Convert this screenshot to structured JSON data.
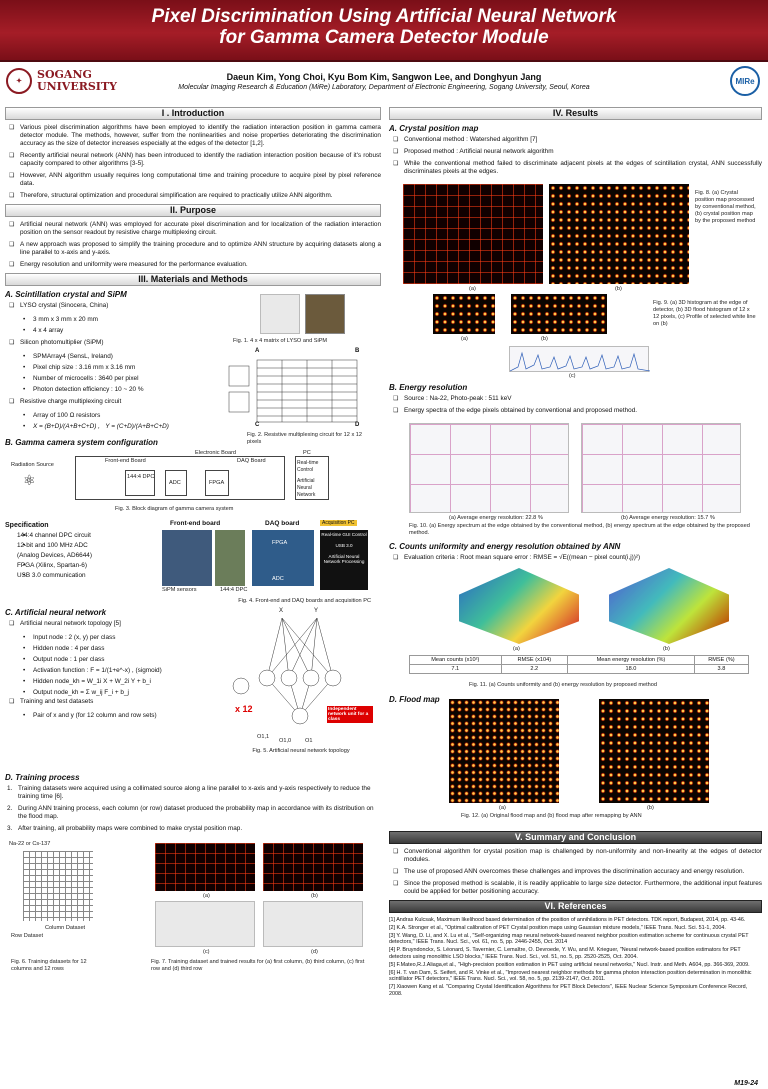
{
  "header": {
    "title_line1": "Pixel Discrimination Using Artificial Neural Network",
    "title_line2": "for Gamma Camera Detector Module",
    "university_line1": "SOGANG",
    "university_line2": "UNIVERSITY",
    "lab_logo": "MIRe",
    "authors": "Daeun Kim, Yong Choi, Kyu Bom Kim, Sangwon Lee, and Donghyun Jang",
    "affiliation": "Molecular Imaging Research & Education (MiRe) Laboratory, Department of Electronic Engineering, Sogang University, Seoul, Korea"
  },
  "intro": {
    "heading": "I . Introduction",
    "bullets": [
      "Various pixel discrimination algorithms have been employed to identify the radiation interaction position in gamma camera detector module. The methods, however, suffer from the nonlinearities and noise properties deteriorating the discrimination accuracy as the size of detector increases especially at the edges of the detector [1,2].",
      "Recently artificial neural network (ANN) has been introduced to identify the radiation interaction position because of it's robust capacity compared to other algorithms [3-5].",
      "However, ANN algorithm usually requires long computational time and training procedure to acquire pixel by pixel reference data.",
      "Therefore, structural optimization and procedural simplification are required to practically utilize ANN algorithm."
    ]
  },
  "purpose": {
    "heading": "II. Purpose",
    "bullets": [
      "Artificial neural network (ANN) was employed for accurate pixel discrimination and for localization of the radiation interaction position on the sensor readout by resistive charge multiplexing circuit.",
      "A new approach was proposed to simplify the training procedure and to optimize ANN structure by acquiring datasets along a line parallel to x-axis and y-axis.",
      "Energy resolution and uniformity were measured for the performance evaluation."
    ]
  },
  "methods": {
    "heading": "III. Materials and Methods",
    "a_title": "A. Scintillation crystal and SiPM",
    "lyso": "LYSO crystal (Sinocera, China)",
    "lyso_items": [
      "3 mm x 3 mm x 20 mm",
      "4 x 4 array"
    ],
    "fig1": "Fig. 1. 4 x 4 matrix of LYSO and SiPM",
    "sipm": "Silicon photomultiplier (SiPM)",
    "sipm_items": [
      "SPMArray4 (SensL, Ireland)",
      "Pixel chip size : 3.16 mm x 3.16 mm",
      "Number of microcells : 3640 per pixel",
      "Photon detection efficiency : 10 ~ 20 %"
    ],
    "resist": "Resistive charge multiplexing circuit",
    "resist_items": [
      "Array of 100 Ω resistors"
    ],
    "formula_x": "X = (B+D)/(A+B+C+D) ,",
    "formula_y": "Y = (C+D)/(A+B+C+D)",
    "fig2": "Fig. 2. Resistive multiplexing circuit for 12 x 12 pixels",
    "corners": [
      "A",
      "B",
      "C",
      "D"
    ],
    "b_title": "B. Gamma camera system configuration",
    "fig3": "Fig. 3. Block diagram of gamma camera system",
    "block_labels": [
      "Radiation Source",
      "Electronic Board",
      "Front-end Board",
      "144:4 DPC",
      "ADC",
      "FPGA",
      "DAQ Board",
      "PC",
      "Real-time Control",
      "Artificial Neural Network"
    ],
    "spec_title": "Specification",
    "spec_items": [
      "144:4 channel DPC circuit",
      "12-bit and 100 MHz ADC",
      "(Analog Devices, AD6644)",
      "FPGA (Xilinx, Spartan-6)",
      "USB 3.0 communication"
    ],
    "fig4_labels": [
      "Front-end board",
      "DAQ board",
      "Acquisition PC",
      "Real-time GUI Control",
      "USB 3.0",
      "Artificial Neural Network Processing",
      "SiPM sensors",
      "144:4 DPC",
      "ADC",
      "FPGA"
    ],
    "fig4": "Fig. 4. Front-end and DAQ boards and acquisition PC",
    "c_title": "C. Artificial neural network",
    "ann_topo": "Artificial neural network topology [5]",
    "ann_items": [
      "Input node : 2 (x, y) per class",
      "Hidden node : 4 per dass",
      "Output node : 1 per class",
      "Activation function : F = 1/(1+e^-x) , (sigmoid)",
      "Hidden node_kh = W_1i X + W_2i Y + b_i",
      "Output node_kh = Σ w_ij F_i + b_j"
    ],
    "training_sets": "Training and test datasets",
    "training_items": [
      "Pair of x and y (for 12 column and row sets)"
    ],
    "nn_labels": [
      "X",
      "Y",
      "x 12",
      "Independent network unit for a class",
      "O1,1",
      "O1,0",
      "O1"
    ],
    "fig5": "Fig. 5. Artificial neural network topology",
    "d_title": "D. Training process",
    "steps": [
      "Training datasets were acquired using a collimated source along a line parallel to x-axis and y-axis respectively to reduce the training time [6].",
      "During ANN training process, each column (or row) dataset produced the probability map in accordance with its distribution on the flood map.",
      "After training, all probability maps were combined to make crystal position map."
    ],
    "fig6_labels": [
      "Na-22 or Cs-137",
      "Column Dataset",
      "Row Dataset"
    ],
    "fig6": "Fig. 6. Training datasets for 12 columns and 12 rows",
    "fig7": "Fig. 7. Training dataset and trained results for (a) first column, (b) third column, (c) first row and (d) third row",
    "fig7_panels": [
      "(a)",
      "(b)",
      "(c)",
      "(d)"
    ]
  },
  "results": {
    "heading": "IV. Results",
    "a_title": "A. Crystal position map",
    "a_bullets": [
      "Conventional method : Watershed algorithm [7]",
      "Proposed method : Artificial neural network algorithm",
      "While the conventional method failed to discriminate adjacent pixels at the edges of scintillation crystal, ANN successfully discriminates pixels at the edges."
    ],
    "fig8": "Fig. 8. (a) Crystal position map processed by conventional method, (b) crystal position map by the proposed method",
    "fig8_panels": [
      "(a)",
      "(b)"
    ],
    "fig9": "Fig. 9. (a) 3D histogram at the edge of detector, (b) 3D flood histogram of 12 x 12 pixels, (c) Profile of selected white line on (b)",
    "fig9_panels": [
      "(a)",
      "(b)",
      "(c)"
    ],
    "b_title": "B. Energy resolution",
    "b_bullets": [
      "Source : Na-22, Photo-peak : 511 keV",
      "Energy spectra of the edge pixels obtained by conventional and proposed method."
    ],
    "fig10_a": "(a) Average energy resolution: 22.8 %",
    "fig10_b": "(b) Average energy resolution: 15.7 %",
    "fig10": "Fig. 10. (a) Energy spectrum at the edge obtained by the conventional method, (b) energy spectrum at the edge obtained by the proposed method.",
    "c_title": "C. Counts uniformity and energy resolution obtained by ANN",
    "c_bullet": "Evaluation criteria : Root mean square error : RMSE = √E((mean − pixel count(i,j))²)",
    "fig11_panels": [
      "(a)",
      "(b)"
    ],
    "table_headers": [
      "Mean counts (x10²)",
      "RMSE (x104)",
      "Mean energy resolution (%)",
      "RMSE (%)"
    ],
    "table_values": [
      "7.1",
      "2.2",
      "18.0",
      "3.8"
    ],
    "fig11": "Fig. 11. (a) Counts uniformity and (b) energy resolution by proposed method",
    "d_title": "D. Flood map",
    "fig12_panels": [
      "(a)",
      "(b)"
    ],
    "fig12": "Fig. 12. (a) Original flood map and (b) flood map after remapping by ANN"
  },
  "summary": {
    "heading": "V. Summary and Conclusion",
    "bullets": [
      "Conventional algorithm for crystal position map is challenged by non-uniformity and non-linearity at the edges of detector modules.",
      "The use of proposed ANN overcomes these challenges and improves the discrimination accuracy and energy resolution.",
      "Since the proposed method is scalable, it is readily applicable to large size detector. Furthermore, the additional input features could be applied for better positioning accuracy."
    ]
  },
  "references": {
    "heading": "VI. References",
    "items": [
      "[1] Andras Kulcsak, Maximum likelihood based determination of the position of annihilations in PET detectors. TDK report, Budapest, 2014, pp. 43-46.",
      "[2] K.A. Stronger et al., \"Optimal calibration of PET Crystal position maps using Gaussian mixture models,\" IEEE Trans. Nucl. Sci. 51-1, 2004.",
      "[3] Y. Wang, D. Li, and X. Lu et al., \"Self-organizing map neural network-based nearest neighbor position estimation scheme for continuous crystal PET detectors,\" IEEE Trans. Nucl. Sci., vol. 61, no. 5, pp. 2446-2455, Oct. 2014",
      "[4] P. Bruyndonckx, S. Léonard, S. Tavernier, C. Lemaître, O. Devroede, Y. Wu, and M. Krieguer, \"Neural network-based position estimators for PET detectors using monolithic LSO blocks,\" IEEE Trans. Nucl. Sci., vol. 51, no. 5, pp. 2520-2525, Oct. 2004.",
      "[5] F.Mateo,R.J.Aliaga,et al., \"High-precision position estimation in PET using artificial neural networks,\" Nucl. Instr. and Meth. A604, pp. 366-369, 2009.",
      "[6] H. T. van Dam, S. Seifert, and R. Vinke et al., \"Improved nearest neighbor methods for gamma photon interaction position determination in monolithic scintillator PET detectors,\" IEEE Trans. Nucl. Sci., vol. 58, no. 5, pp. 2139-2147, Oct. 2011.",
      "[7] Xiaowen Kang et al. \"Comparing Crystal Identification Algorithms for PET Block Detectors\", IEEE Nuclear Science Symposium Conference Record, 2008."
    ]
  },
  "footer": {
    "code": "M19-24"
  }
}
